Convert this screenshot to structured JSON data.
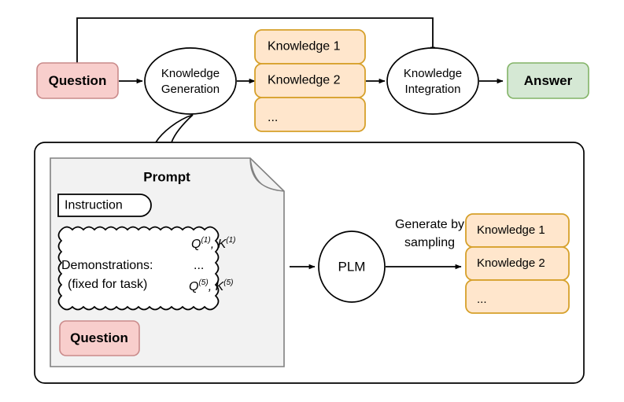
{
  "figure": {
    "title": "Knowledge generation and integration pipeline",
    "colors": {
      "question_fill": "#f8cecc",
      "question_stroke": "#c98a8a",
      "answer_fill": "#d5e8d4",
      "answer_stroke": "#82b366",
      "knowledge_fill": "#ffe6cc",
      "knowledge_stroke": "#d6a02a",
      "panel_fill": "#ffffff",
      "panel_stroke": "#000000",
      "prompt_fill": "#f2f2f2",
      "prompt_stroke": "#808080",
      "edge_color": "#000000",
      "text_color": "#000000"
    }
  },
  "top_flow": {
    "question_box": {
      "label": "Question"
    },
    "knowledge_generation": {
      "line1": "Knowledge",
      "line2": "Generation"
    },
    "knowledge_list": [
      {
        "label": "Knowledge 1"
      },
      {
        "label": "Knowledge 2"
      },
      {
        "label": "..."
      }
    ],
    "knowledge_integration": {
      "line1": "Knowledge",
      "line2": "Integration"
    },
    "answer_box": {
      "label": "Answer"
    }
  },
  "detail_panel": {
    "prompt_document": {
      "title": "Prompt",
      "instruction_badge": {
        "label": "Instruction"
      },
      "demonstrations": {
        "left_line1": "Demonstrations:",
        "left_line2": "(fixed for task)",
        "right_line1_q": "Q",
        "right_line1_q_sup": "(1)",
        "right_line1_sep": ", ",
        "right_line1_k": "K",
        "right_line1_k_sup": "(1)",
        "right_line2": "...",
        "right_line3_q": "Q",
        "right_line3_q_sup": "(5)",
        "right_line3_sep": ", ",
        "right_line3_k": "K",
        "right_line3_k_sup": "(5)"
      },
      "question_box": {
        "label": "Question"
      }
    },
    "plm": {
      "label": "PLM"
    },
    "generate_edge": {
      "line1": "Generate by",
      "line2": "sampling"
    },
    "knowledge_list": [
      {
        "label": "Knowledge 1"
      },
      {
        "label": "Knowledge 2"
      },
      {
        "label": "..."
      }
    ]
  }
}
